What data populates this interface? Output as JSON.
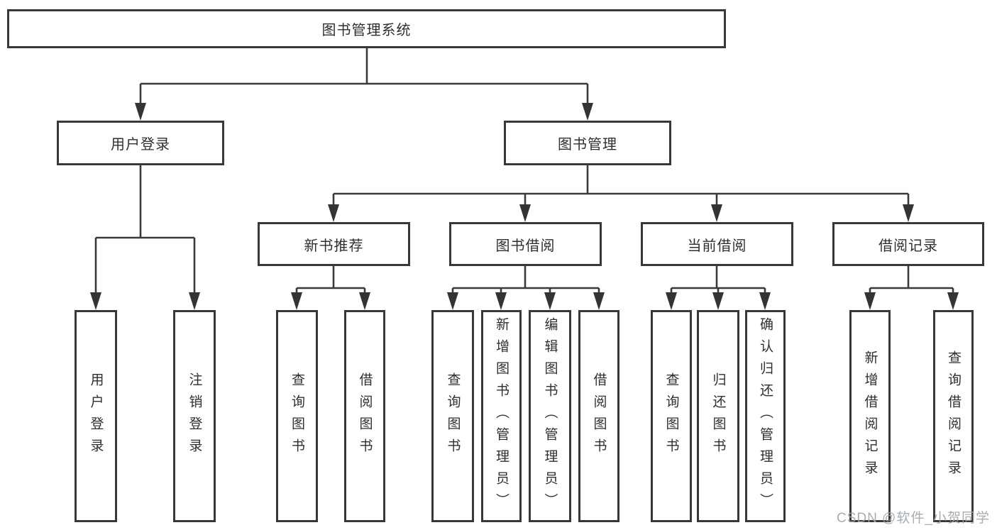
{
  "tree": {
    "label": "图书管理系统",
    "children": [
      {
        "label": "用户登录",
        "children": [
          {
            "label": "用户登录"
          },
          {
            "label": "注销登录"
          }
        ]
      },
      {
        "label": "图书管理",
        "children": [
          {
            "label": "新书推荐",
            "children": [
              {
                "label": "查询图书"
              },
              {
                "label": "借阅图书"
              }
            ]
          },
          {
            "label": "图书借阅",
            "children": [
              {
                "label": "查询图书"
              },
              {
                "label": "新增图书（管理员）"
              },
              {
                "label": "编辑图书（管理员）"
              },
              {
                "label": "借阅图书"
              }
            ]
          },
          {
            "label": "当前借阅",
            "children": [
              {
                "label": "查询图书"
              },
              {
                "label": "归还图书"
              },
              {
                "label": "确认归还（管理员）"
              }
            ]
          },
          {
            "label": "借阅记录",
            "children": [
              {
                "label": "新增借阅记录"
              },
              {
                "label": "查询借阅记录"
              }
            ]
          }
        ]
      }
    ]
  },
  "watermark": "CSDN @软件_小贺同学",
  "colors": {
    "line": "#3a3a3a",
    "border": "#383838",
    "text": "#2f2f2f",
    "watermark": "#9ea3aa",
    "background": "#ffffff"
  }
}
